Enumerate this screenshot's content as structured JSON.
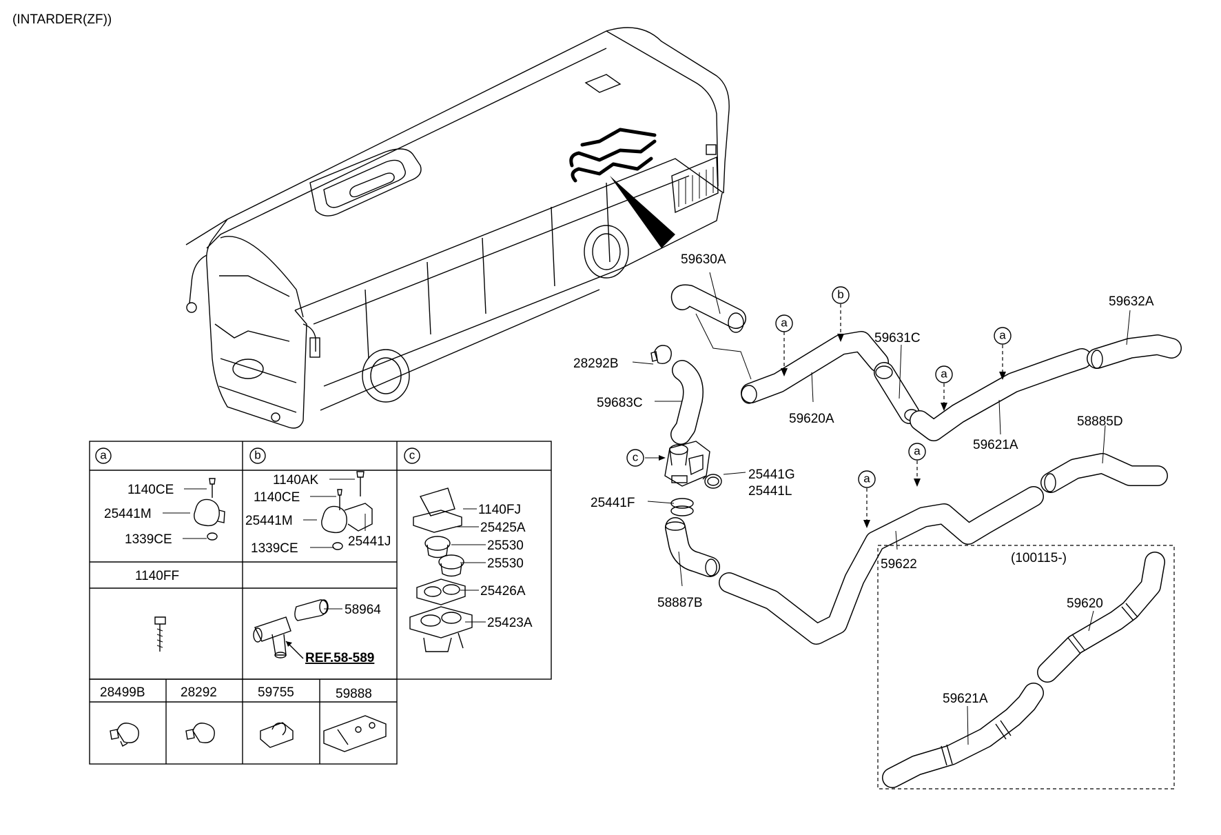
{
  "title": "(INTARDER(ZF))",
  "sections": {
    "a": "a",
    "b": "b",
    "c": "c"
  },
  "table": {
    "a_labels": [
      "1140CE",
      "25441M",
      "1339CE"
    ],
    "b_labels": [
      "1140AK",
      "1140CE",
      "25441M",
      "1339CE",
      "25441J"
    ],
    "c_labels": [
      "1140FJ",
      "25425A",
      "25530",
      "25530",
      "25426A",
      "25423A"
    ],
    "row2_label": "1140FF",
    "row2b_labels": [
      "58964"
    ],
    "row2b_ref": "REF.58-589",
    "bottom_labels": [
      "28499B",
      "28292",
      "59755",
      "59888"
    ]
  },
  "parts": {
    "p59630A": "59630A",
    "p28292B": "28292B",
    "p59683C": "59683C",
    "p59620A": "59620A",
    "p59631C": "59631C",
    "p59621A": "59621A",
    "p59632A": "59632A",
    "p58885D": "58885D",
    "p25441G": "25441G",
    "p25441L": "25441L",
    "p25441F": "25441F",
    "p59622": "59622",
    "p58887B": "58887B",
    "inset_label": "(100115-)",
    "inset_59620": "59620",
    "inset_59621A": "59621A"
  },
  "callouts": [
    "a",
    "b",
    "c"
  ]
}
